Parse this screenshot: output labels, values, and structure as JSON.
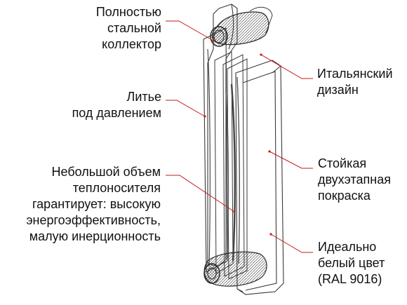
{
  "diagram": {
    "labels": {
      "collector": [
        "Полностью",
        "стальной",
        "коллектор"
      ],
      "casting": [
        "Литье",
        "под давлением"
      ],
      "volume": [
        "Небольшой объем",
        "теплоносителя",
        "гарантирует: высокую",
        "энергоэффективность,",
        "малую инерционность"
      ],
      "italian": [
        "Итальянский",
        "дизайн"
      ],
      "paint": [
        "Стойкая",
        "двухэтапная",
        "покраска"
      ],
      "white": [
        "Идеально",
        "белый цвет",
        "(RAL 9016)"
      ]
    },
    "colors": {
      "leader": "#c41a1a",
      "outline": "#3a3a3a",
      "text": "#111111"
    }
  }
}
